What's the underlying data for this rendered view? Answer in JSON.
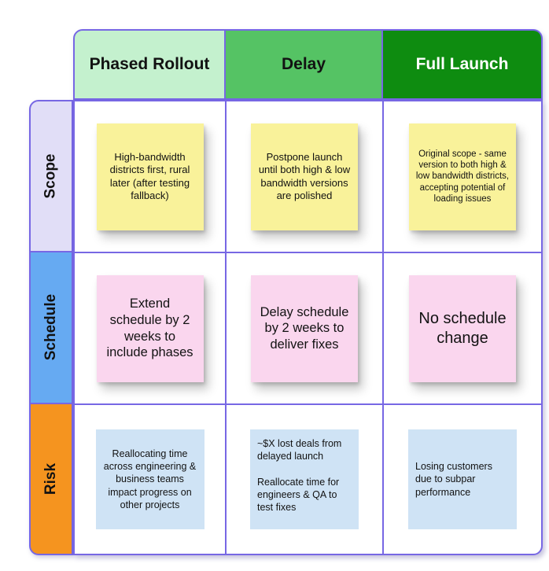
{
  "board": {
    "border_color": "#7767e4",
    "columns": [
      {
        "label": "Phased Rollout",
        "bg": "#c4f1ce",
        "text_color": "#121212"
      },
      {
        "label": "Delay",
        "bg": "#55c364",
        "text_color": "#121212"
      },
      {
        "label": "Full Launch",
        "bg": "#0e8c10",
        "text_color": "#ffffff"
      }
    ],
    "rows": [
      {
        "label": "Scope",
        "bg": "#e1def7"
      },
      {
        "label": "Schedule",
        "bg": "#66aaf2"
      },
      {
        "label": "Risk",
        "bg": "#f5941f"
      }
    ],
    "note_colors": {
      "scope_row": "#f9f29a",
      "schedule_row": "#fad6ee",
      "risk_row": "#cfe3f5"
    },
    "notes": [
      {
        "row": "Scope",
        "column": "Phased Rollout",
        "color": "#f9f29a",
        "text": "High-bandwidth districts first, rural later (after testing fallback)"
      },
      {
        "row": "Scope",
        "column": "Delay",
        "color": "#f9f29a",
        "text": "Postpone launch until both high & low bandwidth versions are polished"
      },
      {
        "row": "Scope",
        "column": "Full Launch",
        "color": "#f9f29a",
        "text": "Original scope - same version to both high & low bandwidth districts, accepting potential of loading issues"
      },
      {
        "row": "Schedule",
        "column": "Phased Rollout",
        "color": "#fad6ee",
        "text": "Extend schedule by 2 weeks to include phases"
      },
      {
        "row": "Schedule",
        "column": "Delay",
        "color": "#fad6ee",
        "text": "Delay schedule by 2 weeks to deliver fixes"
      },
      {
        "row": "Schedule",
        "column": "Full Launch",
        "color": "#fad6ee",
        "text": "No schedule change"
      },
      {
        "row": "Risk",
        "column": "Phased Rollout",
        "color": "#cfe3f5",
        "text": "Reallocating time across engineering & business teams impact progress on other projects"
      },
      {
        "row": "Risk",
        "column": "Delay",
        "color": "#cfe3f5",
        "text": "~$X lost deals from delayed launch\n\nReallocate time for engineers & QA to test fixes"
      },
      {
        "row": "Risk",
        "column": "Full Launch",
        "color": "#cfe3f5",
        "text": "Losing customers due to subpar performance"
      }
    ]
  }
}
